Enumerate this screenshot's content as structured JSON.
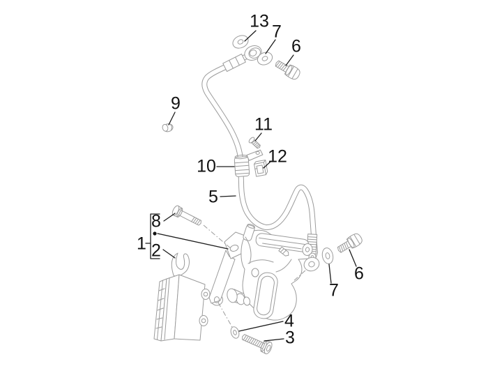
{
  "figure": {
    "type": "exploded-parts-diagram",
    "subject": "front-brake-caliper-and-hose",
    "background_color": "#ffffff",
    "part_line_color": "#9b9b9b",
    "callout_text_color": "#111111",
    "leader_line_color": "#1c1c1c",
    "callouts": [
      {
        "number": "13",
        "part": "banjo-washer-top-inner"
      },
      {
        "number": "7",
        "part": "banjo-washer-top-outer"
      },
      {
        "number": "6",
        "part": "banjo-bolt-top"
      },
      {
        "number": "9",
        "part": "push-nut"
      },
      {
        "number": "11",
        "part": "clamp-screw"
      },
      {
        "number": "12",
        "part": "clip-nut"
      },
      {
        "number": "10",
        "part": "hose-clamp"
      },
      {
        "number": "5",
        "part": "brake-hose"
      },
      {
        "number": "8",
        "part": "caliper-mounting-bolt"
      },
      {
        "number": "1",
        "part": "brake-caliper-assembly"
      },
      {
        "number": "2",
        "part": "brake-pads"
      },
      {
        "number": "6",
        "part": "banjo-bolt-caliper-side"
      },
      {
        "number": "7",
        "part": "banjo-washer-caliper-side"
      },
      {
        "number": "4",
        "part": "sealing-washer"
      },
      {
        "number": "3",
        "part": "socket-head-bolt"
      }
    ]
  }
}
